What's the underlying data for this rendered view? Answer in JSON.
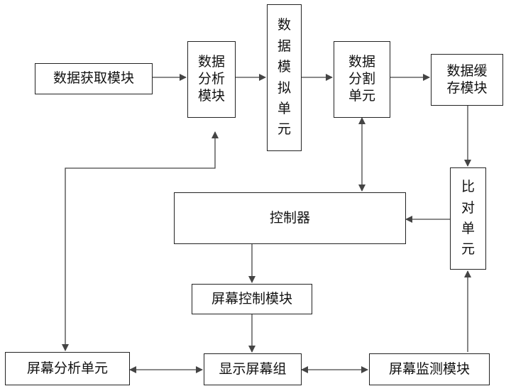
{
  "nodes": {
    "data_acquisition": "数据获取模块",
    "data_analysis": "数据分析模块",
    "data_simulation": "数据模拟单元",
    "data_segmentation": "数据分割单元",
    "data_cache": "数据缓存模块",
    "comparison_unit": "比对单元",
    "controller": "控制器",
    "screen_control": "屏幕控制模块",
    "display_group": "显示屏幕组",
    "screen_analysis": "屏幕分析单元",
    "screen_monitor": "屏幕监测模块"
  }
}
